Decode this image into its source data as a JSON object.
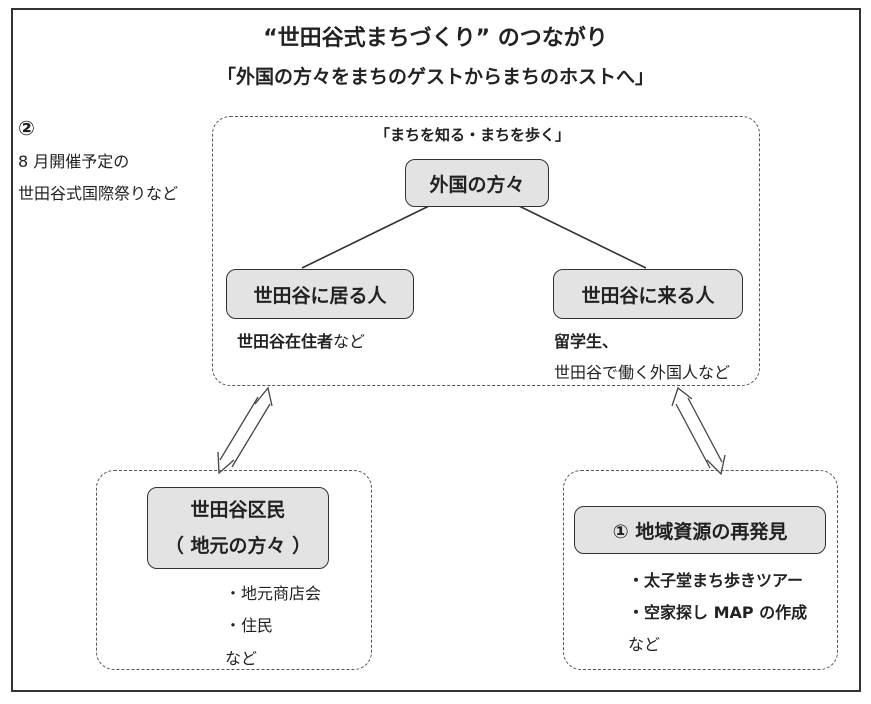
{
  "title": "“世田谷式まちづくり” のつながり",
  "subtitle": "「外国の方々をまちのゲストからまちのホストへ」",
  "event": {
    "number": "②",
    "line1": "8 月開催予定の",
    "line2": "世田谷式国際祭りなど"
  },
  "top_group": {
    "caption": "「まちを知る・まちを歩く」",
    "root": "外国の方々",
    "left_node": "世田谷に居る人",
    "left_desc_bold": "世田谷在住者",
    "left_desc_rest": "など",
    "right_node": "世田谷に来る人",
    "right_desc_line1": "留学生、",
    "right_desc_line2": "世田谷で働く外国人など"
  },
  "residents": {
    "node_line1": "世田谷区民",
    "node_line2": "（ 地元の方々 ）",
    "items": [
      "・地元商店会",
      "・住民"
    ],
    "etc": "など"
  },
  "resources": {
    "node": "① 地域資源の再発見",
    "items": [
      "・太子堂まち歩きツアー",
      "・空家探し MAP の作成"
    ],
    "etc": "など"
  }
}
